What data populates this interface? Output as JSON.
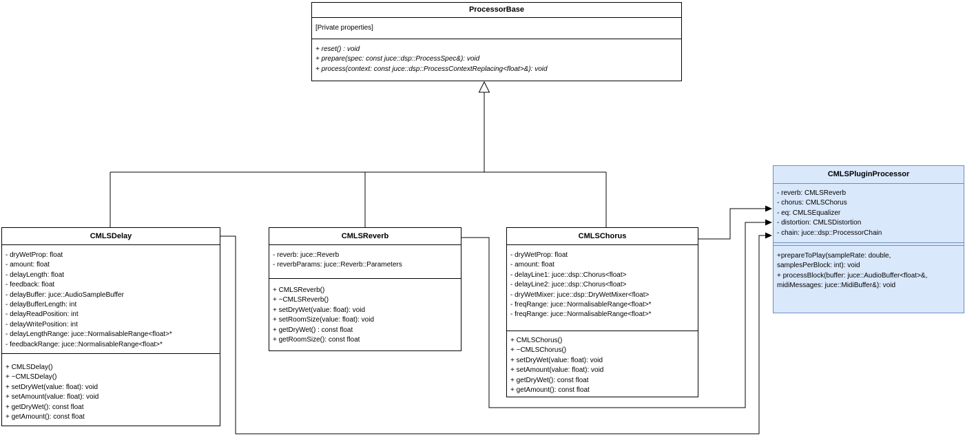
{
  "colors": {
    "canvas_background": "#ffffff",
    "class_border": "#000000",
    "class_fill": "#ffffff",
    "plugin_fill": "#dae8fc",
    "plugin_border": "#6c8ebf",
    "connector": "#000000"
  },
  "classes": {
    "processor_base": {
      "title": "ProcessorBase",
      "private_note": "[Private properties]",
      "methods": [
        "+ reset() : void",
        "+ prepare(spec: const juce::dsp::ProcessSpec&): void",
        "+ process(context: const juce::dsp::ProcessContextReplacing<float>&): void"
      ]
    },
    "cmls_delay": {
      "title": "CMLSDelay",
      "attributes": [
        "- dryWetProp: float",
        "- amount: float",
        "- delayLength: float",
        "- feedback: float",
        "- delayBuffer: juce::AudioSampleBuffer",
        "- delayBufferLength: int",
        "- delayReadPosition: int",
        "- delayWritePosition: int",
        "- delayLengthRange: juce::NormalisableRange<float>*",
        "- feedbackRange: juce::NormalisableRange<float>*"
      ],
      "methods": [
        "+ CMLSDelay()",
        "+ ~CMLSDelay()",
        "+ setDryWet(value: float): void",
        "+ setAmount(value: float): void",
        "+ getDryWet(): const float",
        "+ getAmount(): const float"
      ]
    },
    "cmls_reverb": {
      "title": "CMLSReverb",
      "attributes": [
        "- reverb: juce::Reverb",
        "- reverbParams: juce::Reverb::Parameters"
      ],
      "methods": [
        "+ CMLSReverb()",
        "+ ~CMLSReverb()",
        "+ setDryWet(value: float): void",
        "+ setRoomSize(value: float): void",
        "+ getDryWet() : const float",
        "+ getRoomSize(): const float"
      ]
    },
    "cmls_chorus": {
      "title": "CMLSChorus",
      "attributes": [
        "- dryWetProp: float",
        "- amount: float",
        "- delayLine1: juce::dsp::Chorus<float>",
        "- delayLine2: juce::dsp::Chorus<float>",
        "- dryWetMixer: juce::dsp::DryWetMixer<float>",
        "- freqRange: juce::NormalisableRange<float>*",
        "- freqRange: juce::NormalisableRange<float>*"
      ],
      "methods": [
        "+ CMLSChorus()",
        "+ ~CMLSChorus()",
        "+ setDryWet(value: float): void",
        "+ setAmount(value: float): void",
        "+ getDryWet(): const float",
        "+ getAmount(): const float"
      ]
    },
    "plugin_processor": {
      "title": "CMLSPluginProcessor",
      "attributes": [
        "- reverb: CMLSReverb",
        "- chorus: CMLSChorus",
        "- eq: CMLSEqualizer",
        "- distortion: CMLSDistortion",
        "- chain: juce::dsp::ProcessorChain"
      ],
      "method_lines": [
        "+prepareToPlay(sampleRate: double,",
        "samplesPerBlock: int): void",
        "+ processBlock(buffer: juce::AudioBuffer<float>&,",
        "midiMessages: juce::MidiBuffer&): void"
      ]
    }
  },
  "relationships": {
    "inheritance": "CMLSDelay, CMLSReverb, CMLSChorus generalize ProcessorBase",
    "associations": "CMLSDelay, CMLSReverb, CMLSChorus directed to CMLSPluginProcessor"
  }
}
